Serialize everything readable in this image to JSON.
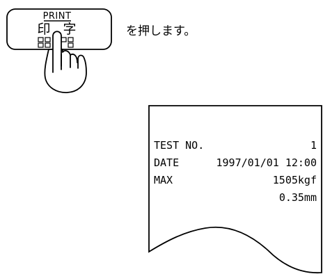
{
  "print_key": {
    "top_label": "PRINT",
    "kanji_left": "印",
    "kanji_right": "字"
  },
  "instruction": "を押します。",
  "receipt": {
    "rows": [
      {
        "label": "TEST NO.",
        "value": "1"
      },
      {
        "label": "DATE",
        "value": "1997/01/01 12:00"
      },
      {
        "label": "MAX",
        "value": "1505kgf"
      },
      {
        "label": "",
        "value": "0.35mm"
      }
    ]
  },
  "icons": {
    "finger": "pressing-finger-icon"
  }
}
